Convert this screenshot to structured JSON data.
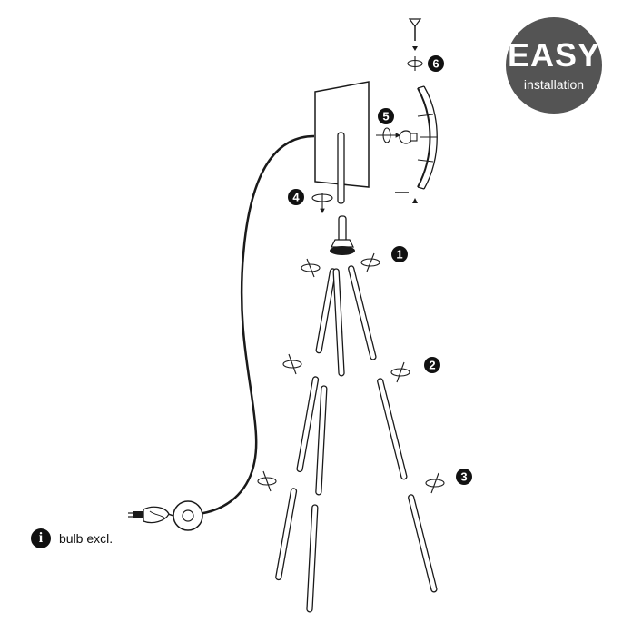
{
  "badge": {
    "title": "EASY",
    "subtitle": "installation"
  },
  "note": {
    "icon": "info-icon",
    "icon_glyph": "i",
    "text": "bulb excl."
  },
  "steps": [
    "1",
    "2",
    "3",
    "4",
    "5",
    "6"
  ],
  "colors": {
    "line": "#1a1a1a",
    "badge_bg": "#545454",
    "background": "#ffffff"
  }
}
